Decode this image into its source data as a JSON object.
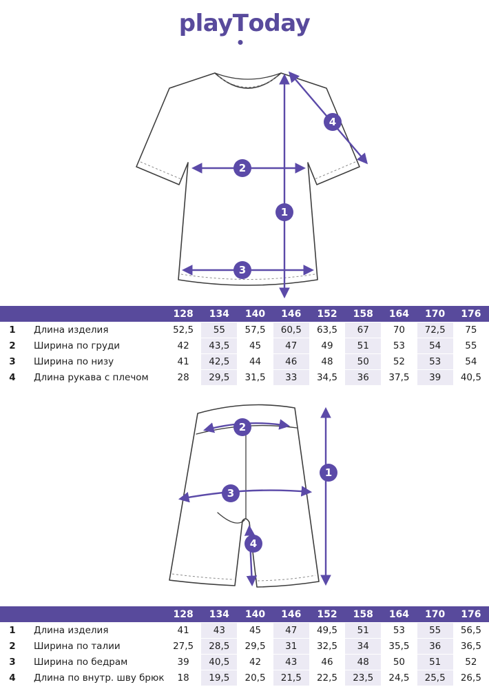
{
  "colors": {
    "purple": "#584a9c",
    "accent": "#5b4aa8",
    "tint": "#eceaf4"
  },
  "logo": {
    "play": "play",
    "t": "T",
    "oday": "oday"
  },
  "sizes": [
    "128",
    "134",
    "140",
    "146",
    "152",
    "158",
    "164",
    "170",
    "176"
  ],
  "tshirt": {
    "markers": [
      "1",
      "2",
      "3",
      "4"
    ],
    "rows": [
      {
        "num": "1",
        "label": "Длина изделия",
        "values": [
          "52,5",
          "55",
          "57,5",
          "60,5",
          "63,5",
          "67",
          "70",
          "72,5",
          "75"
        ]
      },
      {
        "num": "2",
        "label": "Ширина по груди",
        "values": [
          "42",
          "43,5",
          "45",
          "47",
          "49",
          "51",
          "53",
          "54",
          "55"
        ]
      },
      {
        "num": "3",
        "label": "Ширина по низу",
        "values": [
          "41",
          "42,5",
          "44",
          "46",
          "48",
          "50",
          "52",
          "53",
          "54"
        ]
      },
      {
        "num": "4",
        "label": "Длина рукава с плечом",
        "values": [
          "28",
          "29,5",
          "31,5",
          "33",
          "34,5",
          "36",
          "37,5",
          "39",
          "40,5"
        ]
      }
    ]
  },
  "shorts": {
    "markers": [
      "1",
      "2",
      "3",
      "4"
    ],
    "rows": [
      {
        "num": "1",
        "label": "Длина изделия",
        "values": [
          "41",
          "43",
          "45",
          "47",
          "49,5",
          "51",
          "53",
          "55",
          "56,5"
        ]
      },
      {
        "num": "2",
        "label": "Ширина по талии",
        "values": [
          "27,5",
          "28,5",
          "29,5",
          "31",
          "32,5",
          "34",
          "35,5",
          "36",
          "36,5"
        ]
      },
      {
        "num": "3",
        "label": "Ширина по бедрам",
        "values": [
          "39",
          "40,5",
          "42",
          "43",
          "46",
          "48",
          "50",
          "51",
          "52"
        ]
      },
      {
        "num": "4",
        "label": "Длина по внутр. шву брюк",
        "values": [
          "18",
          "19,5",
          "20,5",
          "21,5",
          "22,5",
          "23,5",
          "24,5",
          "25,5",
          "26,5"
        ]
      }
    ]
  }
}
